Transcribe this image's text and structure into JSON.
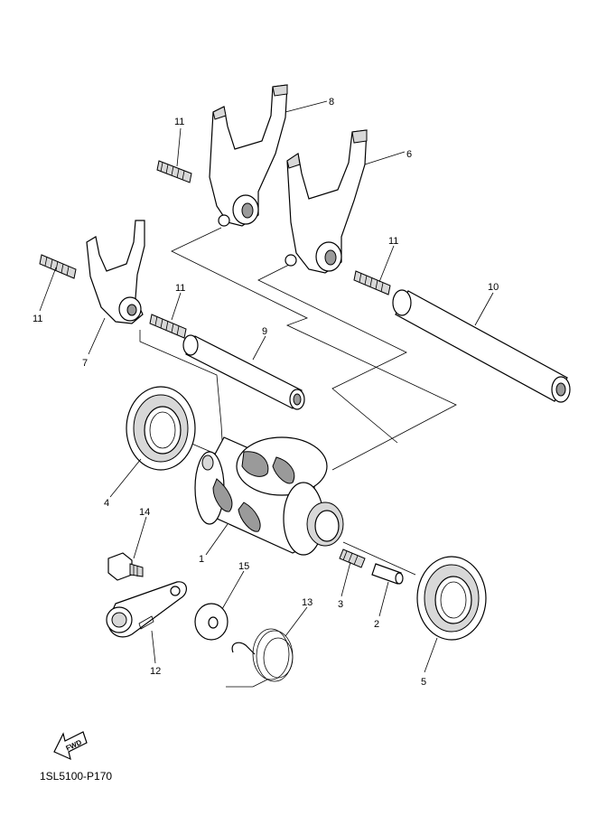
{
  "callouts": [
    {
      "id": "c1",
      "text": "1"
    },
    {
      "id": "c2",
      "text": "2"
    },
    {
      "id": "c3",
      "text": "3"
    },
    {
      "id": "c4",
      "text": "4"
    },
    {
      "id": "c5",
      "text": "5"
    },
    {
      "id": "c6",
      "text": "6"
    },
    {
      "id": "c7",
      "text": "7"
    },
    {
      "id": "c8",
      "text": "8"
    },
    {
      "id": "c9",
      "text": "9"
    },
    {
      "id": "c10",
      "text": "10"
    },
    {
      "id": "c11a",
      "text": "11"
    },
    {
      "id": "c11b",
      "text": "11"
    },
    {
      "id": "c11c",
      "text": "11"
    },
    {
      "id": "c11d",
      "text": "11"
    },
    {
      "id": "c12",
      "text": "12"
    },
    {
      "id": "c13",
      "text": "13"
    },
    {
      "id": "c14",
      "text": "14"
    },
    {
      "id": "c15",
      "text": "15"
    }
  ],
  "fwd_label": "FWD",
  "diagram_code": "1SL5100-P170"
}
